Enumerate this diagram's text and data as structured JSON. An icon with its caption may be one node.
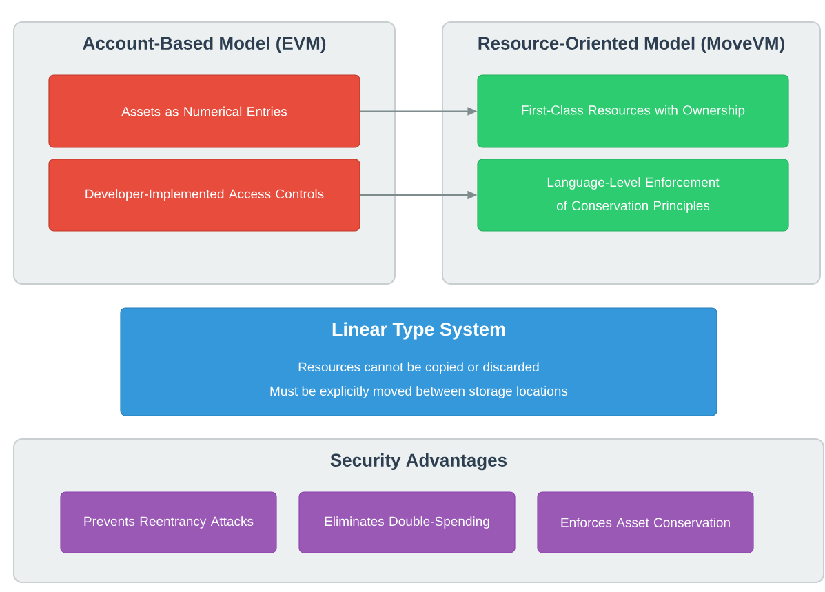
{
  "diagram": {
    "nodes": [
      {
        "text": [
          "Account-Based Model (EVM)"
        ]
      },
      {
        "text": [
          "Assets as Numerical Entries"
        ],
        "in": 0
      },
      {
        "text": [
          "Developer-Implemented Access Controls"
        ],
        "in": 0
      },
      {
        "text": [
          "Resource-Oriented Model (MoveVM)"
        ]
      },
      {
        "text": [
          "First-Class Resources with Ownership"
        ],
        "in": 3
      },
      {
        "text": [
          "Language-Level Enforcement of Conservation Principles"
        ],
        "in": 3
      },
      {
        "text": [
          "Linear Type System",
          "Resources cannot be copied or discarded",
          "Must be explicitly moved between storage locations"
        ]
      },
      {
        "text": [
          "Security Advantages"
        ]
      },
      {
        "text": [
          "Prevents Reentrancy Attacks"
        ],
        "in": 7
      },
      {
        "text": [
          "Eliminates Double-Spending"
        ],
        "in": 7
      },
      {
        "text": [
          "Enforces Asset Conservation"
        ],
        "in": 7
      }
    ],
    "edges": [
      {
        "from": 1,
        "to": 4,
        "arrow": "to"
      },
      {
        "from": 2,
        "to": 5,
        "arrow": "to"
      }
    ]
  }
}
